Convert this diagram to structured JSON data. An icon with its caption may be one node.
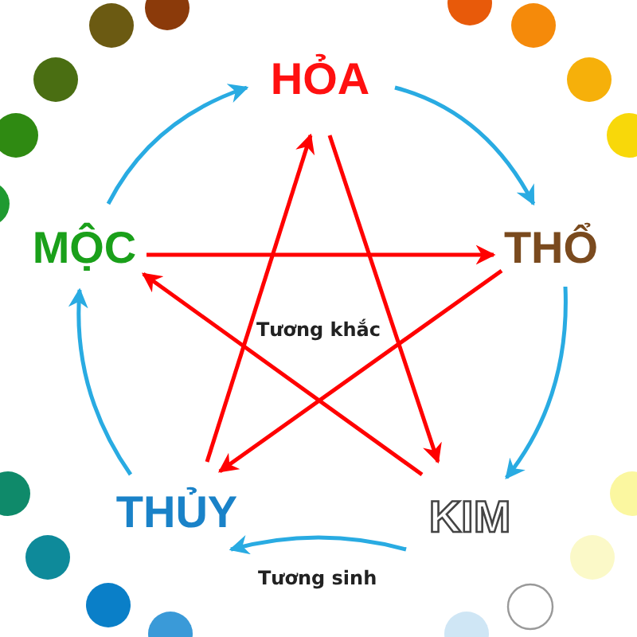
{
  "diagram": {
    "nodes": [
      {
        "text": [
          "HỎA"
        ]
      },
      {
        "text": [
          "THỔ"
        ]
      },
      {
        "text": [
          "KIM"
        ]
      },
      {
        "text": [
          "THỦY"
        ]
      },
      {
        "text": [
          "MỘC"
        ]
      }
    ],
    "edges": [
      {
        "from": 4,
        "to": 0,
        "arrow": "to"
      },
      {
        "from": 0,
        "to": 1,
        "arrow": "to"
      },
      {
        "from": 1,
        "to": 2,
        "arrow": "to"
      },
      {
        "from": 2,
        "to": 3,
        "arrow": "to"
      },
      {
        "from": 3,
        "to": 4,
        "arrow": "to"
      },
      {
        "from": 4,
        "to": 1,
        "arrow": "to",
        "color": "#ff0000"
      },
      {
        "from": 1,
        "to": 3,
        "arrow": "to",
        "color": "#ff0000"
      },
      {
        "from": 3,
        "to": 0,
        "arrow": "to",
        "color": "#ff0000"
      },
      {
        "from": 0,
        "to": 2,
        "arrow": "to",
        "color": "#ff0000"
      },
      {
        "from": 2,
        "to": 4,
        "arrow": "to",
        "color": "#ff0000"
      }
    ],
    "labels": [
      "Tương khắc",
      "Tương sinh"
    ]
  }
}
